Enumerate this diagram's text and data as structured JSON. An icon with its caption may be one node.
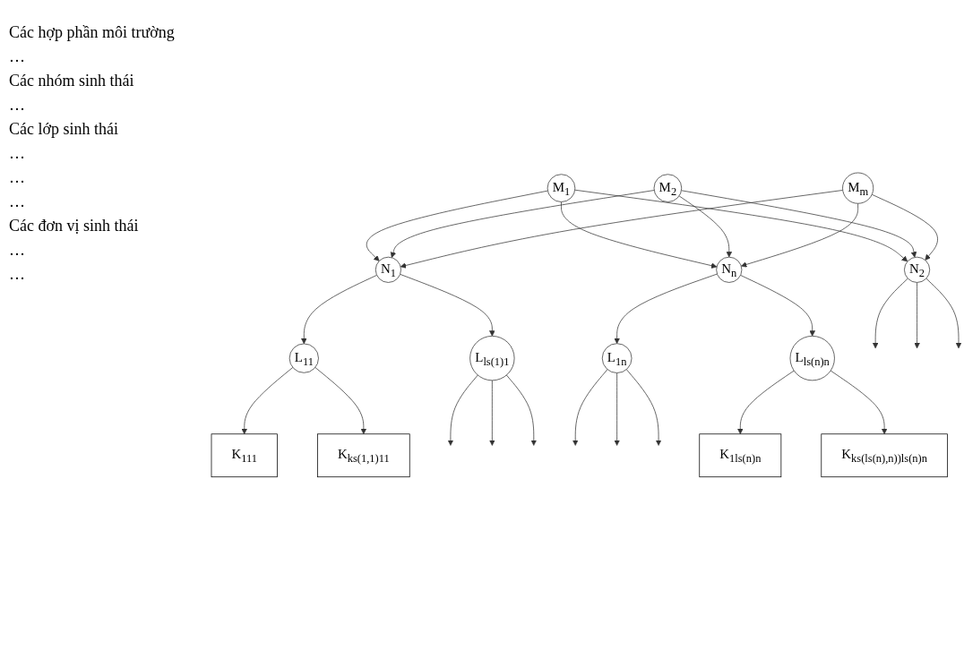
{
  "diagram": {
    "nodes": [
      {
        "text": [
          "M$_{1}$"
        ]
      },
      {
        "text": [
          "M$_{2}$"
        ]
      },
      {
        "text": [
          "M$_{m}$"
        ]
      },
      {
        "text": [
          "N$_{1}$"
        ]
      },
      {
        "text": [
          "N$_{2}$"
        ]
      },
      {
        "text": [
          "N$_{n}$"
        ]
      },
      {
        "text": [
          "L$_{11}$"
        ]
      },
      {
        "text": [
          "L$_{ls(1)1}$"
        ]
      },
      {
        "text": [
          "L$_{1n}$"
        ]
      },
      {
        "text": [
          "L$_{ls(n)n}$"
        ]
      },
      {
        "text": [
          "K$_{111}$"
        ]
      },
      {
        "text": [
          "K$_{ks(1,1)11}$"
        ]
      },
      {
        "text": [
          "K$_{1ls(n)n}$"
        ]
      },
      {
        "text": [
          "K$_{ks(ls(n),n))ls(n)n}$"
        ]
      }
    ],
    "edges": [
      {
        "from": 0,
        "to": 3,
        "arrow": "to"
      },
      {
        "from": 0,
        "to": 4,
        "arrow": "to"
      },
      {
        "from": 0,
        "to": 5,
        "arrow": "to"
      },
      {
        "from": 1,
        "to": 3,
        "arrow": "to"
      },
      {
        "from": 1,
        "to": 4,
        "arrow": "to"
      },
      {
        "from": 1,
        "to": 5,
        "arrow": "to"
      },
      {
        "from": 2,
        "to": 3,
        "arrow": "to"
      },
      {
        "from": 2,
        "to": 4,
        "arrow": "to"
      },
      {
        "from": 2,
        "to": 5,
        "arrow": "to"
      },
      {
        "from": 3,
        "to": 6,
        "arrow": "to"
      },
      {
        "from": 3,
        "to": 7,
        "arrow": "to"
      },
      {
        "from": 5,
        "to": 8,
        "arrow": "to"
      },
      {
        "from": 5,
        "to": 9,
        "arrow": "to"
      },
      {
        "from": 6,
        "to": 10,
        "arrow": "to"
      },
      {
        "from": 6,
        "to": 11,
        "arrow": "to"
      },
      {
        "from": 9,
        "to": 12,
        "arrow": "to"
      },
      {
        "from": 9,
        "to": 13,
        "arrow": "to"
      },
      {
        "from": 4,
        "to": null,
        "arrow": "to"
      },
      {
        "from": 4,
        "to": null,
        "arrow": "to"
      },
      {
        "from": 4,
        "to": null,
        "arrow": "to"
      },
      {
        "from": 7,
        "to": null,
        "arrow": "to"
      },
      {
        "from": 7,
        "to": null,
        "arrow": "to"
      },
      {
        "from": 7,
        "to": null,
        "arrow": "to"
      },
      {
        "from": 8,
        "to": null,
        "arrow": "to"
      },
      {
        "from": 8,
        "to": null,
        "arrow": "to"
      },
      {
        "from": 8,
        "to": null,
        "arrow": "to"
      }
    ],
    "labels": [
      "Các hợp phần môi trường",
      "…",
      "Các nhóm sinh thái",
      "…",
      "Các lớp sinh thái",
      "…",
      "…",
      "…",
      "Các đơn vị sinh thái",
      "…",
      "…"
    ]
  }
}
